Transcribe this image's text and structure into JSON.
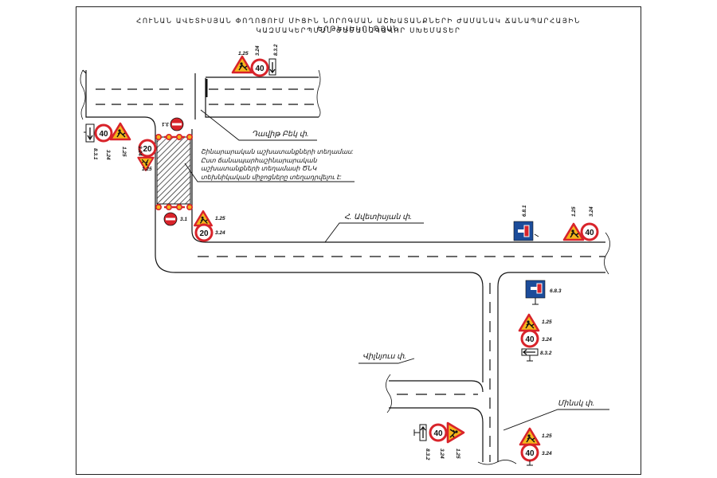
{
  "title": {
    "line1": "ՀՈՒՆԱՆ ԱՎԵՏԻՍՅԱՆ ՓՈՂՈՑՈՒՄ ՄԻՑԻՆ ՆՈՐՈԳՄԱՆ ԱՇԽԱՏԱՆՔՆԵՐԻ ԺԱՄԱՆԱԿ ՃԱՆԱՊԱՐՀԱՅԻՆ ԵՐԹԵՎԵԿՈՒԹՅԱՆ",
    "line2": "ԿԱԶՄԱԿԵՐՊՄԱՆ ԺԱՄԱՆԱԿԱՎՈՐ ՍԽԵՄԱՏԵՐ"
  },
  "streets": {
    "davit_bek": "Դավիթ Բեկ փ.",
    "avetisyan": "Հ. Ավետիսյան փ.",
    "vilnyus": "Վիլնյուս փ.",
    "minsk": "Մինսկ փ."
  },
  "work_note": {
    "line1": "Շինարարական աշխատանքների տեղամաս:",
    "line2": "Ըստ ճանապարհաշինարարական",
    "line3": "աշխատանքների տեղամասի ԾՆԿ",
    "line4": "տեխնիկական միջոցները տեղադրվելու է:"
  },
  "signs": {
    "speed_40": "40",
    "speed_20": "20",
    "code_125": "1.25",
    "code_324": "3.24",
    "code_832": "8.3.2",
    "code_831": "8.3.1",
    "code_681": "6.8.1",
    "code_683": "6.8.3",
    "code_31": "3.1"
  },
  "colors": {
    "sign_red": "#d8232a",
    "sign_yellow": "#f6b51b",
    "sign_blue": "#1c4c9a",
    "line": "#111111"
  }
}
